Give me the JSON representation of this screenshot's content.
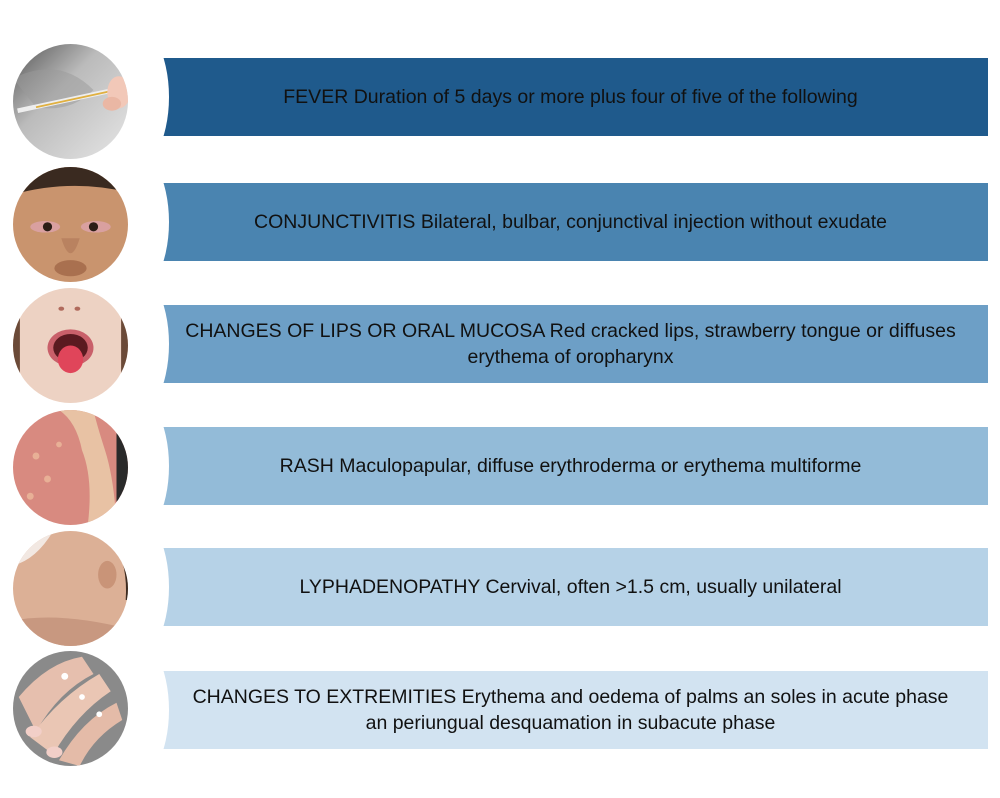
{
  "rows": [
    {
      "id": "fever",
      "photo_icon": "thermometer-photo-icon",
      "title": "FEVER",
      "text": "FEVER Duration of 5 days or more plus four of five of the following",
      "bar_color": "#1f5a8c"
    },
    {
      "id": "conjunctivitis",
      "photo_icon": "red-eyes-photo-icon",
      "title": "CONJUNCTIVITIS",
      "text": "CONJUNCTIVITIS Bilateral, bulbar, conjunctival injection without exudate",
      "bar_color": "#4a84b0"
    },
    {
      "id": "lips-oral-mucosa",
      "photo_icon": "strawberry-tongue-photo-icon",
      "title": "CHANGES OF LIPS OR ORAL MUCOSA",
      "text": "CHANGES OF LIPS OR ORAL MUCOSA Red cracked lips, strawberry tongue or diffuses erythema of oropharynx",
      "bar_color": "#6d9fc6"
    },
    {
      "id": "rash",
      "photo_icon": "skin-rash-photo-icon",
      "title": "RASH",
      "text": "RASH Maculopapular, diffuse erythroderma or erythema multiforme",
      "bar_color": "#93bbd8"
    },
    {
      "id": "lymphadenopathy",
      "photo_icon": "neck-photo-icon",
      "title": "LYPHADENOPATHY",
      "text": "LYPHADENOPATHY Cervival, often >1.5 cm, usually unilateral",
      "bar_color": "#b6d2e7"
    },
    {
      "id": "extremities",
      "photo_icon": "peeling-fingers-photo-icon",
      "title": "CHANGES TO EXTREMITIES",
      "text": "CHANGES TO EXTREMITIES Erythema and oedema of palms an soles in acute phase an periungual desquamation in subacute phase",
      "bar_color": "#d2e3f1"
    }
  ]
}
